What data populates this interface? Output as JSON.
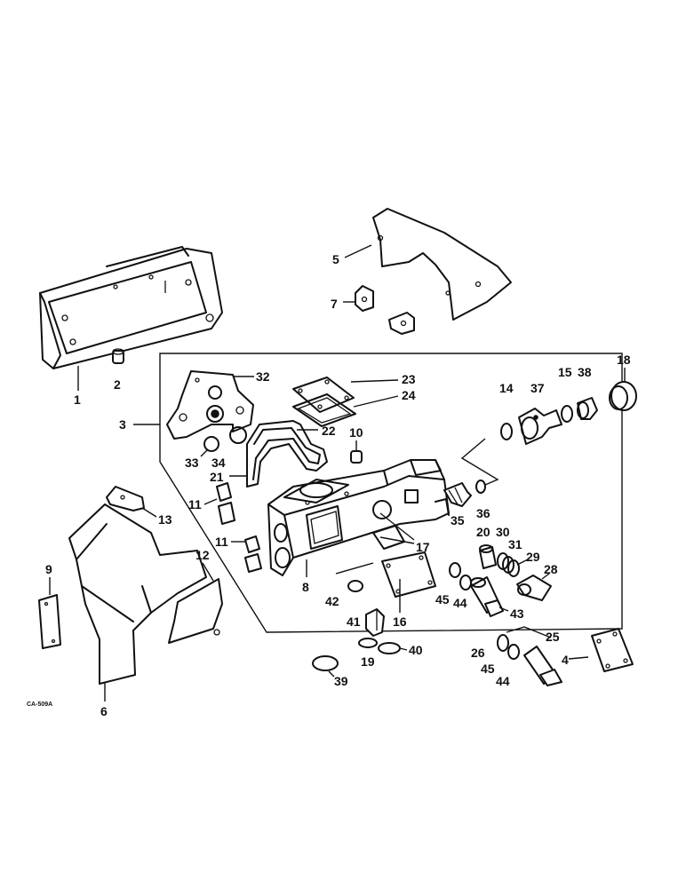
{
  "figure_code": "CA-509A",
  "callouts": {
    "c1": "1",
    "c2": "2",
    "c3": "3",
    "c4": "4",
    "c5": "5",
    "c6": "6",
    "c7": "7",
    "c8": "8",
    "c9": "9",
    "c10": "10",
    "c11a": "11",
    "c11b": "11",
    "c12": "12",
    "c13": "13",
    "c14": "14",
    "c15": "15",
    "c16": "16",
    "c17": "17",
    "c18": "18",
    "c19": "19",
    "c20": "20",
    "c21": "21",
    "c22": "22",
    "c23": "23",
    "c24": "24",
    "c25": "25",
    "c26": "26",
    "c28": "28",
    "c29": "29",
    "c30": "30",
    "c31": "31",
    "c32": "32",
    "c33": "33",
    "c34": "34",
    "c35": "35",
    "c36": "36",
    "c37": "37",
    "c38": "38",
    "c39": "39",
    "c40": "40",
    "c41": "41",
    "c42": "42",
    "c43": "43",
    "c44a": "44",
    "c44b": "44",
    "c45a": "45",
    "c45b": "45"
  }
}
